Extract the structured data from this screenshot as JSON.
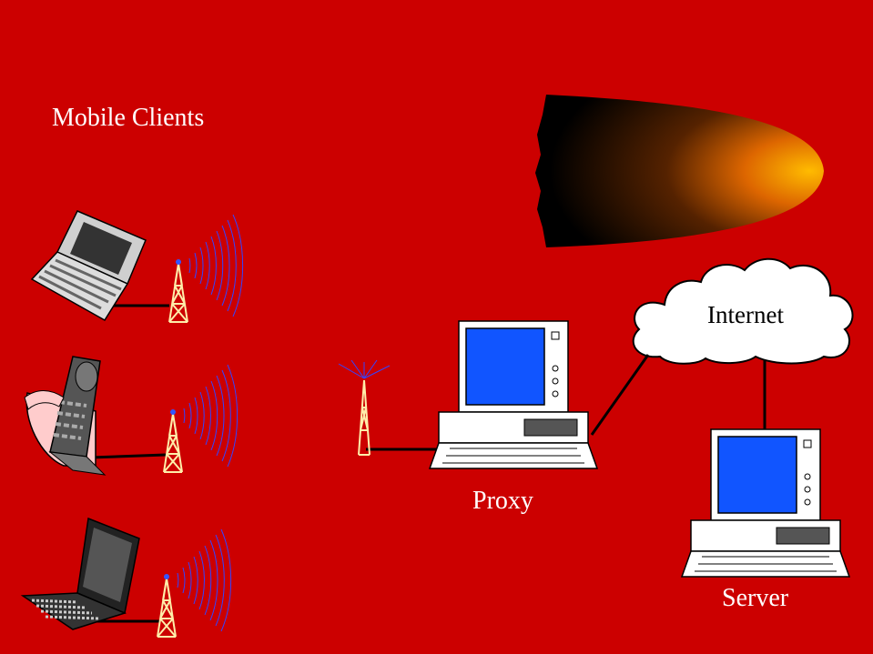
{
  "diagram": {
    "title": "Mobile Clients",
    "internet_label": "Internet",
    "proxy_label": "Proxy",
    "server_label": "Server"
  },
  "colors": {
    "background": "#cc0000",
    "text": "#ffffff",
    "screen": "#1155ff",
    "signal": "#3344ff",
    "tower": "#ffeeaa",
    "link": "#000000"
  },
  "nodes": [
    {
      "id": "laptop",
      "icon": "laptop-icon"
    },
    {
      "id": "cell-phone",
      "icon": "cell-phone-icon"
    },
    {
      "id": "notebook",
      "icon": "notebook-icon"
    },
    {
      "id": "proxy",
      "icon": "desktop-computer-icon"
    },
    {
      "id": "server",
      "icon": "desktop-computer-icon"
    },
    {
      "id": "internet",
      "icon": "cloud-icon"
    }
  ]
}
